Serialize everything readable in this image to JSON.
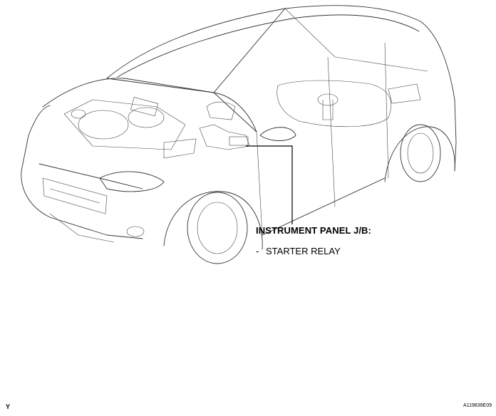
{
  "callout": {
    "title": "INSTRUMENT PANEL J/B:",
    "items": [
      {
        "marker": "-",
        "label": "STARTER RELAY"
      }
    ]
  },
  "footer": {
    "left_code": "Y",
    "right_code": "A119839E09"
  }
}
